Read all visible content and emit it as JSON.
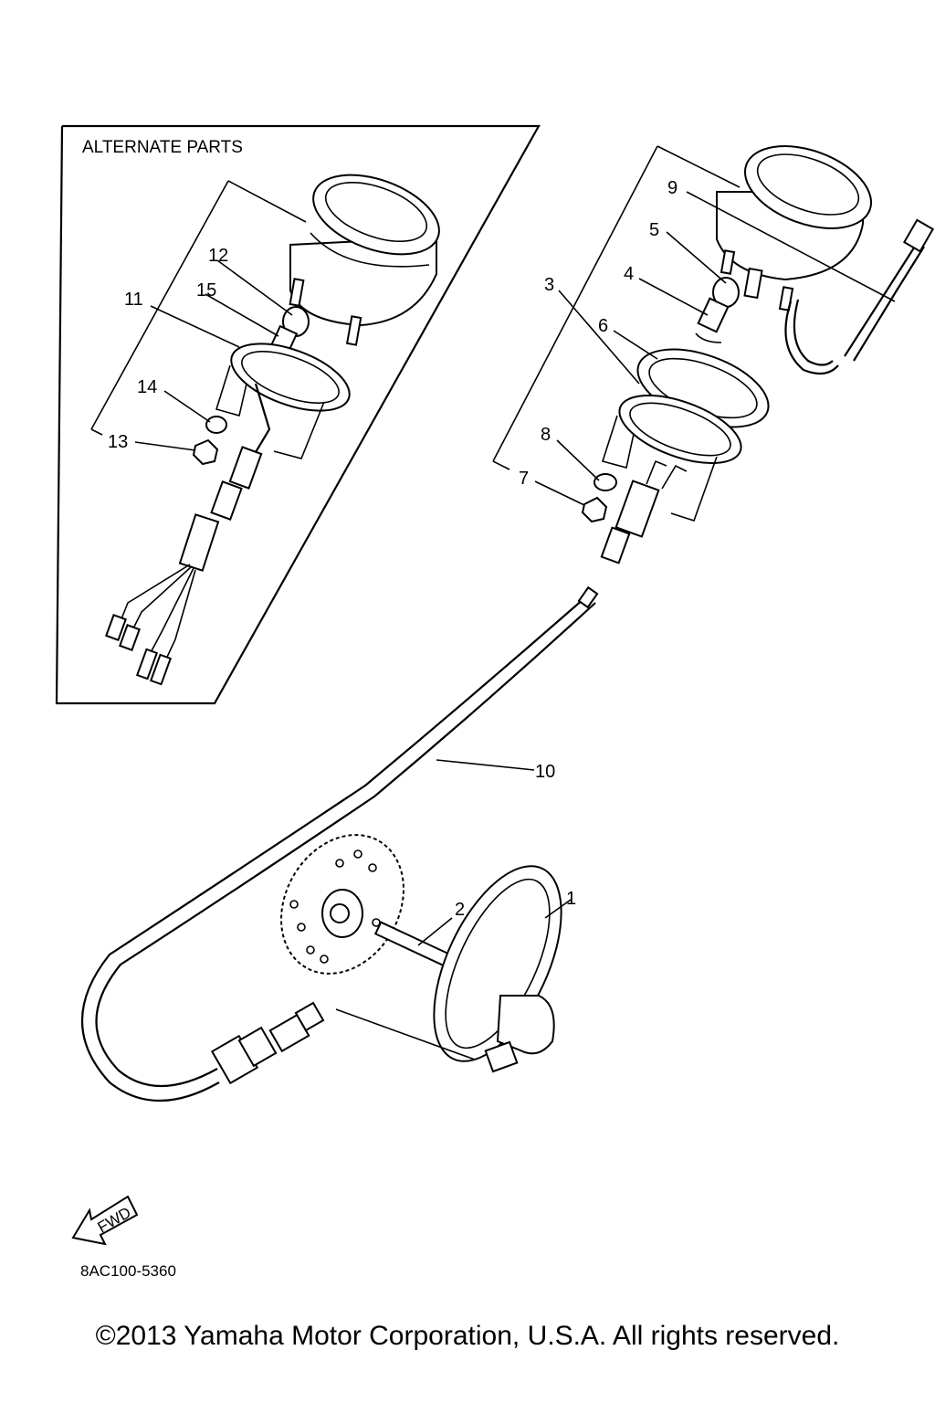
{
  "diagram": {
    "alternate_box_label": "ALTERNATE PARTS",
    "callouts": {
      "c1": "1",
      "c2": "2",
      "c3": "3",
      "c4": "4",
      "c5": "5",
      "c6": "6",
      "c7": "7",
      "c8": "8",
      "c9": "9",
      "c10": "10",
      "c11": "11",
      "c12": "12",
      "c13": "13",
      "c14": "14",
      "c15": "15"
    },
    "fwd_label": "FWD",
    "diagram_code": "8AC100-5360"
  },
  "footer": {
    "copyright": "©2013 Yamaha Motor Corporation, U.S.A. All rights reserved."
  }
}
